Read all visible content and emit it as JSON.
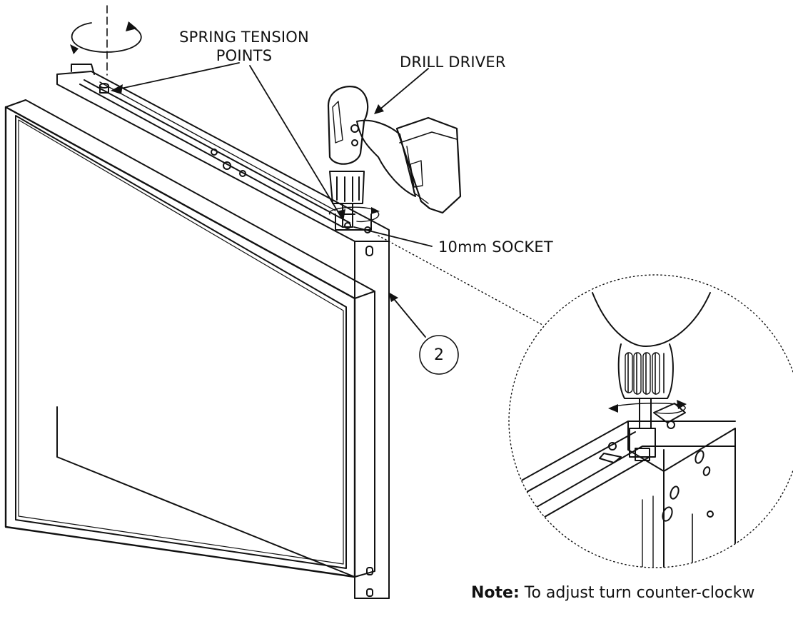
{
  "labels": {
    "spring_tension_line1": "SPRING TENSION",
    "spring_tension_line2": "POINTS",
    "drill_driver": "DRILL DRIVER",
    "socket": "10mm SOCKET",
    "callout_number": "2"
  },
  "note": {
    "prefix": "Note:",
    "text": " To adjust turn counter-clockw"
  },
  "colors": {
    "line": "#111111",
    "background": "#ffffff"
  },
  "icons": [
    "rotation-arrow-icon",
    "drill-driver-icon",
    "display-panel-icon",
    "detail-magnifier-icon"
  ]
}
